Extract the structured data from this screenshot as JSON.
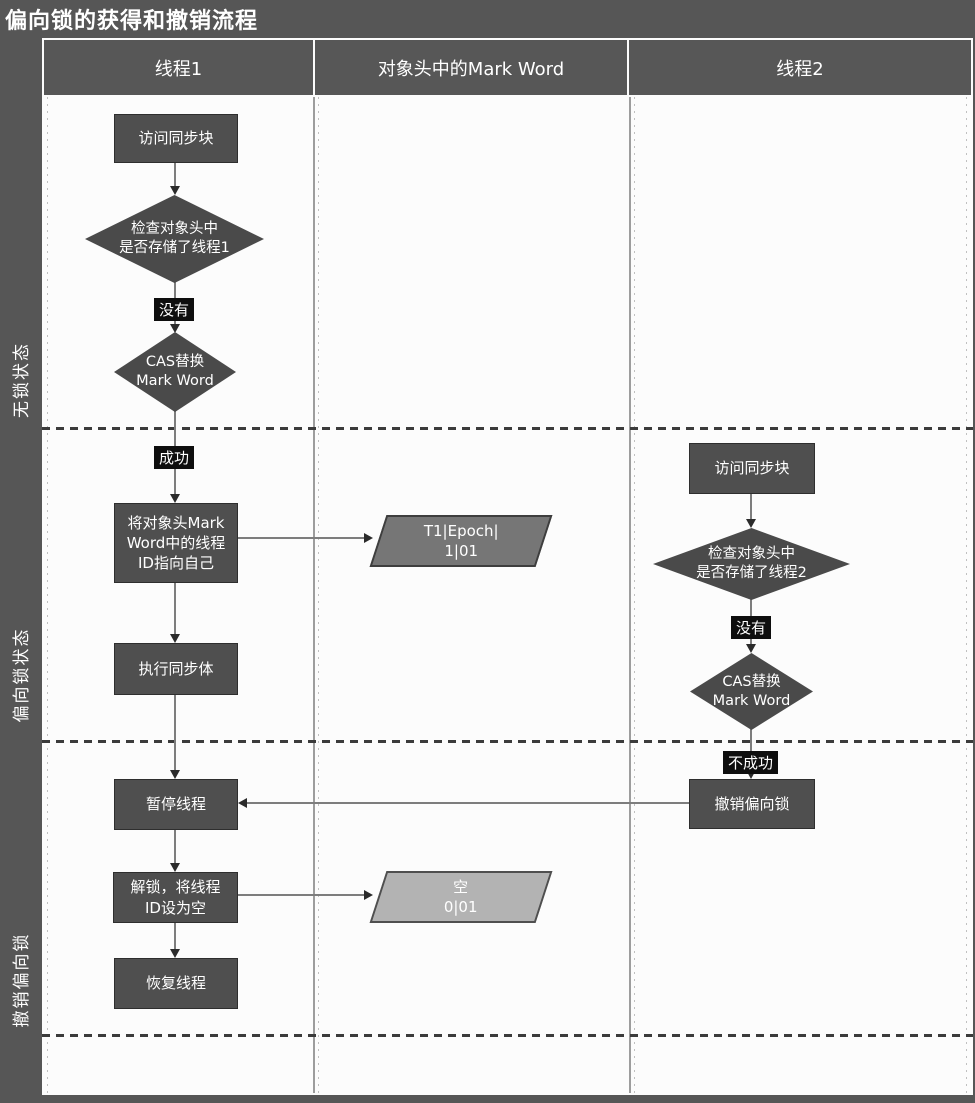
{
  "title": "偏向锁的获得和撤销流程",
  "lanes": {
    "t1": "线程1",
    "mark": "对象头中的Mark Word",
    "t2": "线程2"
  },
  "sidebar": {
    "sections": [
      "无锁状态",
      "偏向锁状态",
      "撤销偏向锁"
    ]
  },
  "thread1": {
    "access": "访问同步块",
    "check": "检查对象头中\n是否存储了线程1",
    "no_label": "没有",
    "cas": "CAS替换\nMark Word",
    "success_label": "成功",
    "set_id": "将对象头Mark\nWord中的线程\nID指向自己",
    "execute": "执行同步体",
    "pause": "暂停线程",
    "unlock": "解锁，将线程\nID设为空",
    "resume": "恢复线程"
  },
  "markword": {
    "biased": "T1|Epoch|\n1|01",
    "empty": "空\n0|01"
  },
  "thread2": {
    "access": "访问同步块",
    "check": "检查对象头中\n是否存储了线程2",
    "no_label": "没有",
    "cas": "CAS替换\nMark Word",
    "fail_label": "不成功",
    "revoke": "撤销偏向锁"
  },
  "colors": {
    "background": "#565656",
    "lane_body": "#fcfcfc",
    "node_fill": "#4f4f4f",
    "edge_label_bg": "#0e0e0e",
    "parallelogram_dark": "#767676",
    "parallelogram_light": "#b3b3b3",
    "text": "#ffffff"
  }
}
